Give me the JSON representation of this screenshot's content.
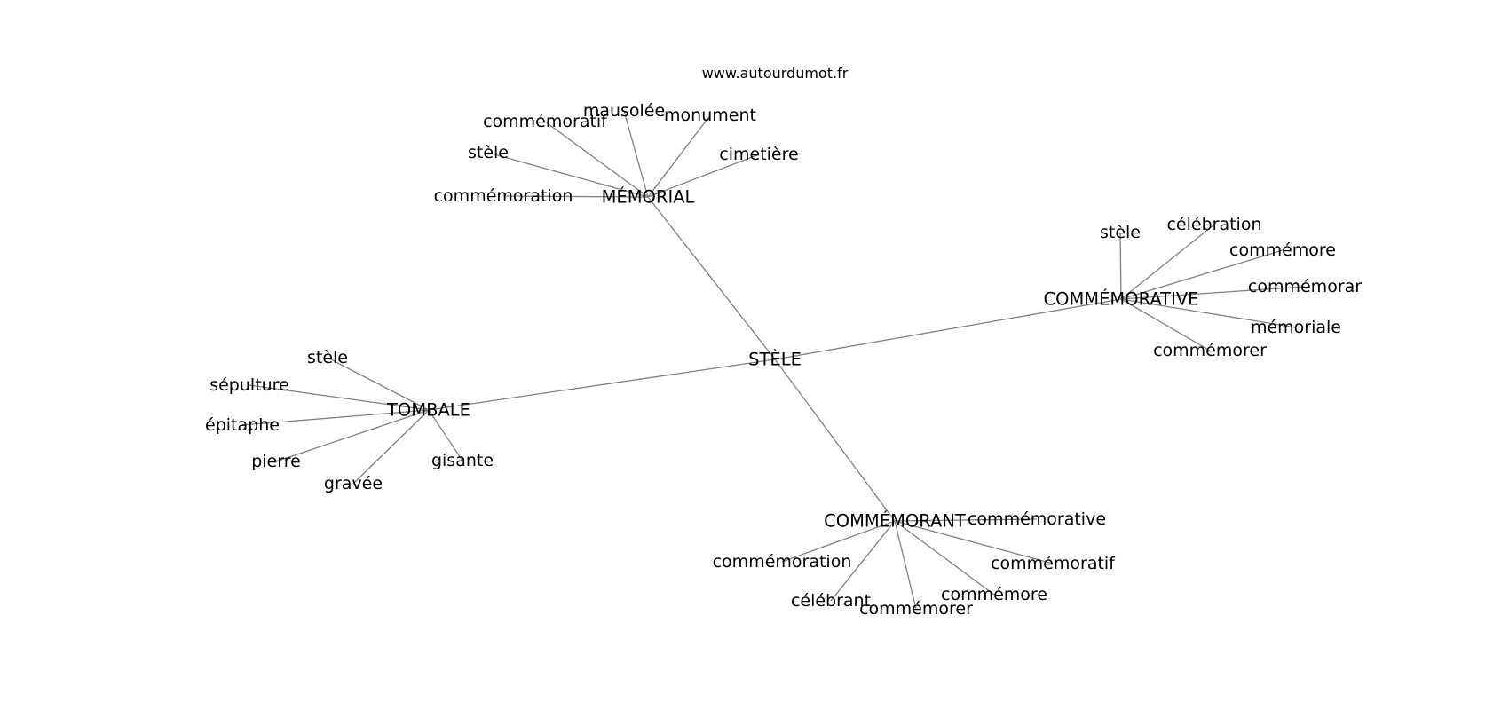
{
  "watermark": "www.autourdumot.fr",
  "graph": {
    "root": "STÈLE",
    "hubs": [
      {
        "id": "memorial",
        "label": "MÉMORIAL",
        "leaves": [
          "commémoratif",
          "mausolée",
          "monument",
          "stèle",
          "cimetière",
          "commémoration"
        ]
      },
      {
        "id": "commemorative",
        "label": "COMMÉMORATIVE",
        "leaves": [
          "stèle",
          "célébration",
          "commémore",
          "commémorar",
          "mémoriale",
          "commémorer"
        ]
      },
      {
        "id": "tombale",
        "label": "TOMBALE",
        "leaves": [
          "stèle",
          "sépulture",
          "épitaphe",
          "pierre",
          "gravée",
          "gisante"
        ]
      },
      {
        "id": "commemorant",
        "label": "COMMÉMORANT",
        "leaves": [
          "commémorative",
          "commémoration",
          "commémoratif",
          "commémore",
          "célébrant",
          "commémorer"
        ]
      }
    ]
  }
}
